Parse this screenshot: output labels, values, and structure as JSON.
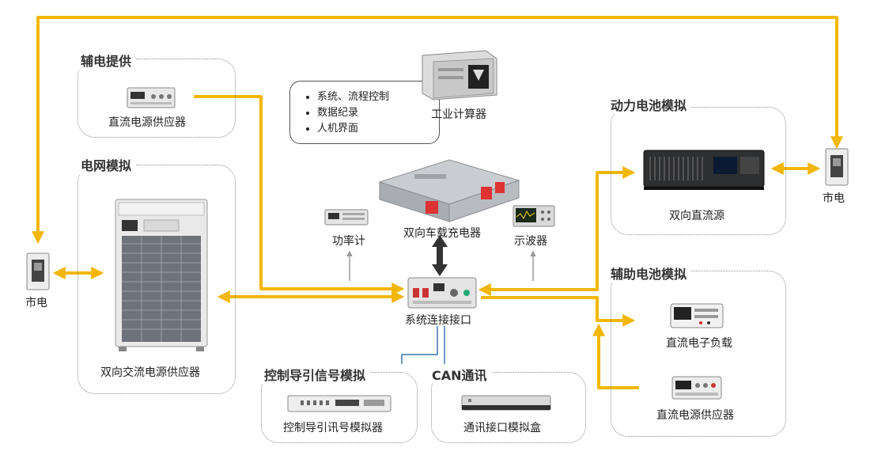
{
  "groups": {
    "aux_power": "辅电提供",
    "grid_sim": "电网模拟",
    "power_battery_sim": "动力电池模拟",
    "aux_battery_sim": "辅助电池模拟",
    "pilot_sim": "控制导引信号模拟",
    "can": "CAN通讯"
  },
  "devices": {
    "dc_psu_top": "直流电源供应器",
    "bidir_ac": "双向交流电源供应器",
    "bidir_dc": "双向直流源",
    "dc_load": "直流电子负载",
    "dc_psu_bottom": "直流电源供应器",
    "pilot_simulator": "控制导引讯号模拟器",
    "comm_box": "通讯接口模拟盒",
    "ipc": "工业计算器",
    "obc": "双向车载充电器",
    "power_meter": "功率计",
    "oscilloscope": "示波器",
    "sys_interface": "系统连接接口",
    "mains_left": "市电",
    "mains_right": "市电"
  },
  "ipc_features": [
    "系统、流程控制",
    "数据纪录",
    "人机界面"
  ],
  "colors": {
    "power_line": "#f2b705",
    "signal_line": "#3c78b4",
    "measure_line": "#999999",
    "bidir_arrow": "#333333",
    "dotted_border": "#8a8a8a"
  }
}
